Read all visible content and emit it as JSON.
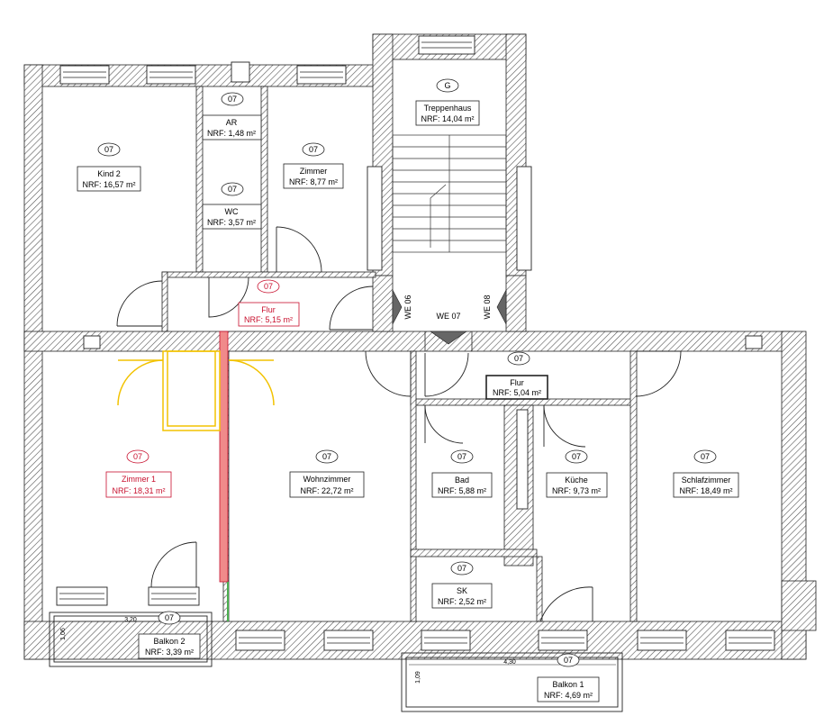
{
  "rooms": {
    "kind2": {
      "code": "07",
      "name": "Kind 2",
      "area": "NRF: 16,57 m²"
    },
    "ar": {
      "code": "07",
      "name": "AR",
      "area": "NRF: 1,48 m²"
    },
    "wc": {
      "code": "07",
      "name": "WC",
      "area": "NRF: 3,57 m²"
    },
    "zimmer": {
      "code": "07",
      "name": "Zimmer",
      "area": "NRF: 8,77 m²"
    },
    "treppenhaus": {
      "code": "G",
      "name": "Treppenhaus",
      "area": "NRF: 14,04 m²"
    },
    "flur_top": {
      "code": "07",
      "name": "Flur",
      "area": "NRF: 5,15 m²"
    },
    "zimmer1": {
      "code": "07",
      "name": "Zimmer 1",
      "area": "NRF: 18,31 m²"
    },
    "wohnzimmer": {
      "code": "07",
      "name": "Wohnzimmer",
      "area": "NRF: 22,72 m²"
    },
    "flur_right": {
      "code": "07",
      "name": "Flur",
      "area": "NRF: 5,04 m²"
    },
    "bad": {
      "code": "07",
      "name": "Bad",
      "area": "NRF: 5,88 m²"
    },
    "kueche": {
      "code": "07",
      "name": "Küche",
      "area": "NRF: 9,73 m²"
    },
    "schlafzimmer": {
      "code": "07",
      "name": "Schlafzimmer",
      "area": "NRF: 18,49 m²"
    },
    "sk": {
      "code": "07",
      "name": "SK",
      "area": "NRF: 2,52 m²"
    },
    "balkon2": {
      "code": "07",
      "name": "Balkon 2",
      "area": "NRF: 3,39 m²"
    },
    "balkon1": {
      "code": "07",
      "name": "Balkon 1",
      "area": "NRF: 4,69 m²"
    }
  },
  "units": {
    "we06": "WE 06",
    "we07": "WE 07",
    "we08": "WE 08"
  },
  "dimensions": {
    "balkon2_width": "3,20",
    "balkon2_depth": "1,06",
    "balkon1_width": "4,30",
    "balkon1_depth": "1,09"
  },
  "colors": {
    "wall": "#444444",
    "highlight_red": "#c8102e",
    "highlight_yellow": "#f2c200",
    "wall_red_fill": "#f08a8a",
    "wall_green": "#4caf50"
  }
}
